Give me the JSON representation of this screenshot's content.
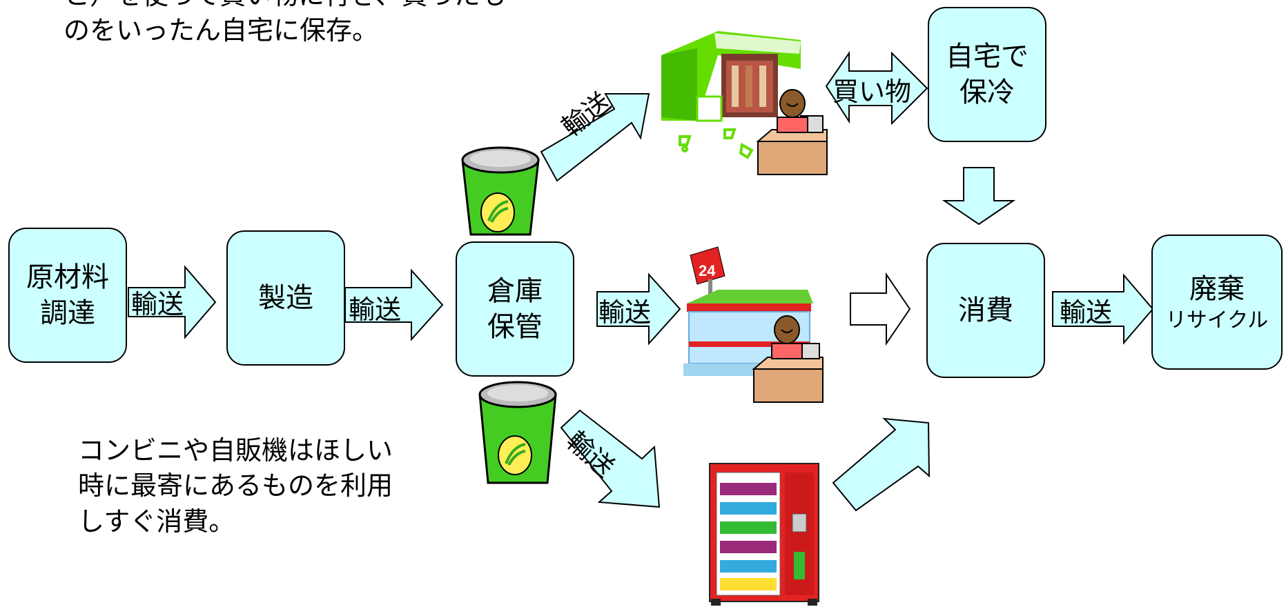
{
  "nodes": {
    "raw": "原材料\n調達",
    "manufacture": "製造",
    "warehouse": "倉庫\n保管",
    "home_chill": "自宅で\n保冷",
    "consume": "消費",
    "disposal_main": "廃棄",
    "disposal_sub": "リサイクル"
  },
  "arrows": {
    "transport": "輸送",
    "shopping": "買い物"
  },
  "notes": {
    "top": "と）を使って買い物に行き、買ったも\nのをいったん自宅に保存。",
    "bottom": "コンビニや自販機はほしい\n時に最寄にあるものを利用\nしすぐ消費。"
  },
  "store_sign": "24",
  "colors": {
    "box_fill": "#ccffff",
    "supermarket_green": "#66dd00",
    "can_green": "#44cc22",
    "store_red": "#e32222"
  }
}
